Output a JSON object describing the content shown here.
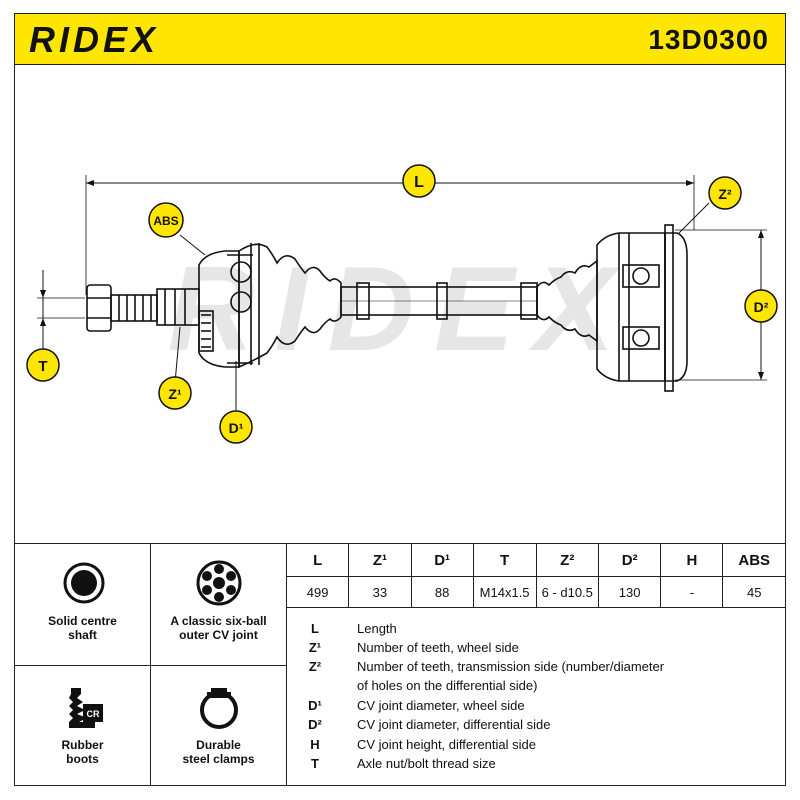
{
  "header": {
    "brand": "RIDEX",
    "part_number": "13D0300",
    "brand_color": "#FFE600"
  },
  "diagram": {
    "watermark": "RIDEX",
    "labels": {
      "L": "L",
      "ABS": "ABS",
      "T": "T",
      "Z1": "Z¹",
      "D1": "D¹",
      "Z2": "Z²",
      "D2": "D²"
    }
  },
  "features": [
    {
      "label": "Solid centre\nshaft",
      "icon": "solid-shaft-icon"
    },
    {
      "label": "A classic six-ball\nouter CV joint",
      "icon": "six-ball-joint-icon"
    },
    {
      "label": "Rubber\nboots",
      "icon": "rubber-boot-icon",
      "icon_text": "CR"
    },
    {
      "label": "Durable\nsteel clamps",
      "icon": "steel-clamp-icon"
    }
  ],
  "spec_table": {
    "headers": [
      "L",
      "Z¹",
      "D¹",
      "T",
      "Z²",
      "D²",
      "H",
      "ABS"
    ],
    "values": [
      "499",
      "33",
      "88",
      "M14x1.5",
      "6 - d10.5",
      "130",
      "-",
      "45"
    ]
  },
  "legend": [
    {
      "key": "L",
      "desc": "Length"
    },
    {
      "key": "Z¹",
      "desc": "Number of teeth, wheel side"
    },
    {
      "key": "Z²",
      "desc": "Number of teeth, transmission side (number/diameter"
    },
    {
      "key": "",
      "desc": "of holes on the differential side)"
    },
    {
      "key": "D¹",
      "desc": "CV joint diameter, wheel side"
    },
    {
      "key": "D²",
      "desc": "CV joint diameter, differential side"
    },
    {
      "key": "H",
      "desc": "CV joint height, differential side"
    },
    {
      "key": "T",
      "desc": "Axle nut/bolt thread size"
    }
  ]
}
